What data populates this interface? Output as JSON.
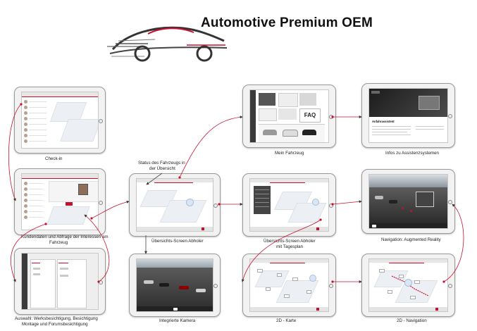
{
  "header": {
    "title": "Automotive Premium OEM"
  },
  "screens": {
    "checkin": {
      "caption": "Check-in"
    },
    "kundendaten": {
      "caption_line1": "Kundendaten und Abfrage der Interessen am",
      "caption_line2": "Fahrzeug"
    },
    "auswahl": {
      "caption_line1": "Auswahl: Werksbesichtigung, Besichtigung",
      "caption_line2": "Montage und Forumsbesichtigung"
    },
    "status": {
      "caption_line1": "Status des Fahrzeugs in",
      "caption_line2": "der Übersicht"
    },
    "uebersicht": {
      "caption": "Übersichts-Screen Abholer"
    },
    "kamera": {
      "caption": "Integrierte Kamera"
    },
    "mein_fahrzeug": {
      "caption": "Mein Fahrzeug",
      "faq_label": "FAQ"
    },
    "assistenz": {
      "caption": "Infos zu Assistenzsystemen",
      "heading": "Anfahrassistent"
    },
    "tagesplan": {
      "caption_line1": "Übersichts-Screen Abholer",
      "caption_line2": "mit Tagesplan"
    },
    "karte": {
      "caption": "2D - Karte"
    },
    "augmented": {
      "caption": "Navigation: Augmented Reality"
    },
    "navigation": {
      "caption": "2D - Navigation"
    }
  },
  "colors": {
    "accent": "#c8102e",
    "frame": "#9a9a9a"
  }
}
